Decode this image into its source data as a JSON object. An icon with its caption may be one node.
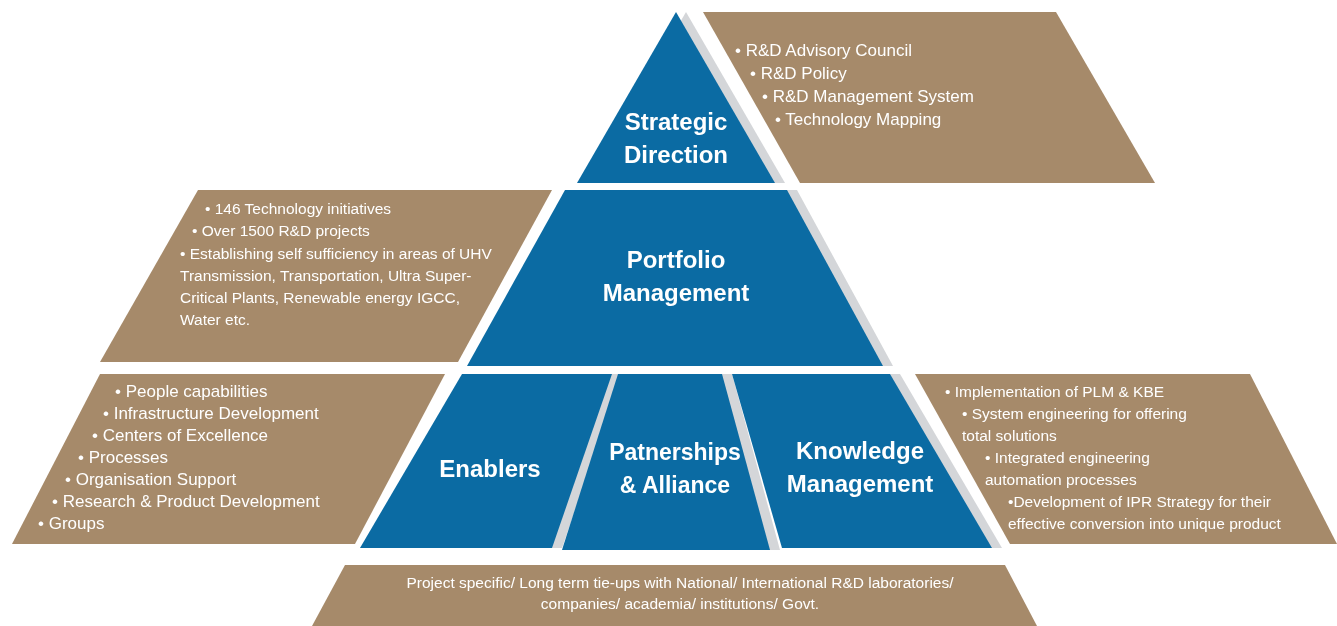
{
  "diagram": {
    "nodes": [
      {
        "text": [
          "Strategic Direction"
        ]
      },
      {
        "text": [
          "• R&D Advisory Council",
          "• R&D Policy",
          "• R&D Management System",
          "• Technology Mapping"
        ]
      },
      {
        "text": [
          "• 146 Technology initiatives",
          "• Over 1500 R&D projects",
          "• Establishing self sufficiency in areas of UHV Transmission, Transportation, Ultra Super-Critical Plants, Renewable energy IGCC, Water etc."
        ]
      },
      {
        "text": [
          "Portfolio Management"
        ]
      },
      {
        "text": [
          "• People capabilities",
          "• Infrastructure Development",
          "• Centers of Excellence",
          "• Processes",
          "• Organisation Support",
          "• Research & Product Development",
          "• Groups"
        ]
      },
      {
        "text": [
          "Enablers"
        ]
      },
      {
        "text": [
          "Patnerships & Alliance"
        ]
      },
      {
        "text": [
          "Knowledge Management"
        ]
      },
      {
        "text": [
          "• Implementation of PLM & KBE",
          "• System engineering for offering total solutions",
          "• Integrated engineering automation processes",
          "•Development of IPR Strategy for their effective conversion into unique product"
        ]
      },
      {
        "text": [
          "Project specific/ Long term tie-ups with National/ International R&D laboratories/ companies/ academia/ institutions/ Govt."
        ]
      }
    ],
    "edges": []
  }
}
